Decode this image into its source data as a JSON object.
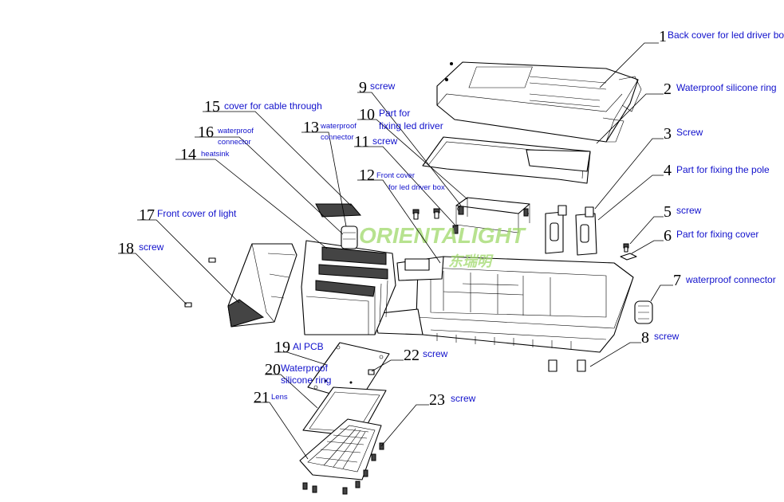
{
  "callouts": [
    {
      "number": "1",
      "label": "Back cover for led driver box"
    },
    {
      "number": "2",
      "label": "Waterproof silicone ring"
    },
    {
      "number": "3",
      "label": "Screw"
    },
    {
      "number": "4",
      "label": "Part for fixing the pole"
    },
    {
      "number": "5",
      "label": "screw"
    },
    {
      "number": "6",
      "label": "Part for fixing cover"
    },
    {
      "number": "7",
      "label": "waterproof connector"
    },
    {
      "number": "8",
      "label": "screw"
    },
    {
      "number": "9",
      "label": "screw"
    },
    {
      "number": "10",
      "label": "Part for",
      "label2": "fixing led driver"
    },
    {
      "number": "11",
      "label": "screw"
    },
    {
      "number": "12",
      "label": "Front cover",
      "label2": "for led driver box"
    },
    {
      "number": "13",
      "label": "waterproof",
      "label2": "connector"
    },
    {
      "number": "14",
      "label": "heatsink"
    },
    {
      "number": "15",
      "label": "cover for cable through"
    },
    {
      "number": "16",
      "label": "waterproof",
      "label2": "connector"
    },
    {
      "number": "17",
      "label": "Front cover of light"
    },
    {
      "number": "18",
      "label": "screw"
    },
    {
      "number": "19",
      "label": "Al PCB"
    },
    {
      "number": "20",
      "label": "Waterproof",
      "label2": "silicone ring"
    },
    {
      "number": "21",
      "label": "Lens"
    },
    {
      "number": "22",
      "label": "screw"
    },
    {
      "number": "23",
      "label": "screw"
    }
  ],
  "watermark": {
    "text": "ORIENTALIGHT",
    "subtext": "东瑞明",
    "color": "#9fd86a"
  }
}
